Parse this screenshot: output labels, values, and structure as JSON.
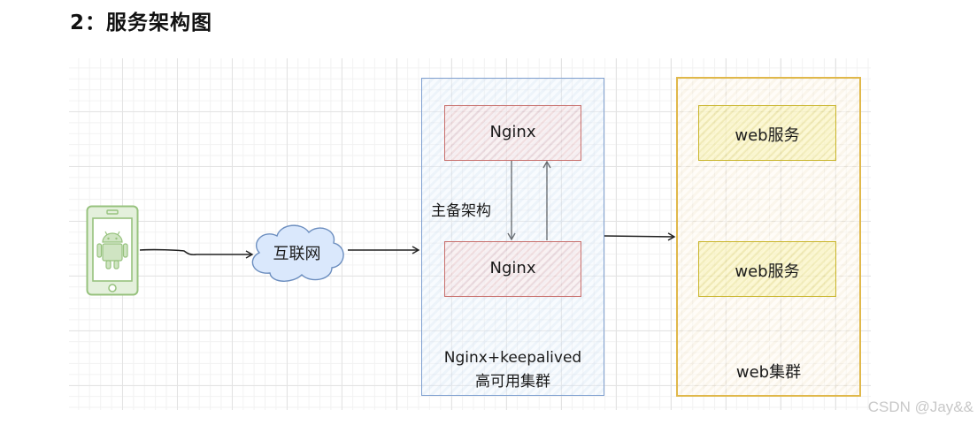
{
  "heading": "2：服务架构图",
  "diagram": {
    "nodes": {
      "client": {
        "label": "",
        "icon": "android-phone-icon"
      },
      "internet": {
        "label": "互联网",
        "shape": "cloud"
      },
      "ha_cluster": {
        "label_line1": "Nginx+keepalived",
        "label_line2": "高可用集群"
      },
      "nginx_master": {
        "label": "Nginx"
      },
      "nginx_backup": {
        "label": "Nginx"
      },
      "ha_relation": {
        "label": "主备架构"
      },
      "web_cluster": {
        "label": "web集群"
      },
      "web_service_1": {
        "label": "web服务"
      },
      "web_service_2": {
        "label": "web服务"
      }
    },
    "edges": [
      {
        "from": "client",
        "to": "internet"
      },
      {
        "from": "internet",
        "to": "ha_cluster"
      },
      {
        "from": "nginx_master",
        "to": "nginx_backup"
      },
      {
        "from": "nginx_backup",
        "to": "nginx_master"
      },
      {
        "from": "ha_cluster",
        "to": "web_cluster"
      }
    ],
    "colors": {
      "client": "#82b366",
      "internet": "#6c8ebf",
      "ha_cluster": "#6c8ebf",
      "nginx": "#b85450",
      "web_cluster": "#d6b656",
      "web_service": "#c8b820"
    }
  },
  "watermark": "CSDN @Jay&&"
}
